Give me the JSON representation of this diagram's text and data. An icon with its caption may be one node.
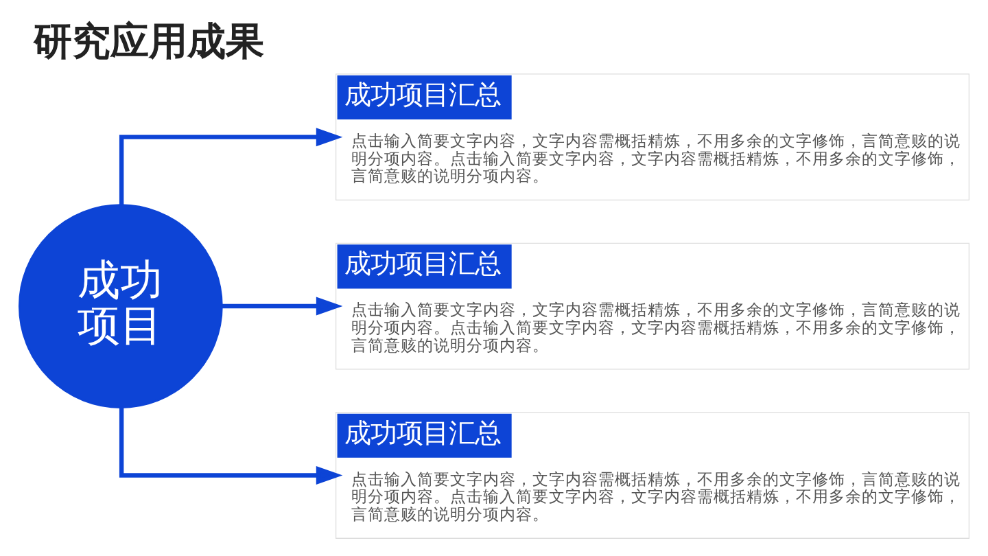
{
  "diagram": {
    "title": "研究应用成果",
    "nodes": [
      {
        "text": [
          "成功项目"
        ]
      },
      {
        "text": [
          "成功项目汇总",
          "点击输入简要文字内容，文字内容需概括精炼，不用多余的文字修饰，言简意赅的说明分项内容。点击输入简要文字内容，文字内容需概括精炼，不用多余的文字修饰，言简意赅的说明分项内容。"
        ]
      },
      {
        "text": [
          "成功项目汇总",
          "点击输入简要文字内容，文字内容需概括精炼，不用多余的文字修饰，言简意赅的说明分项内容。点击输入简要文字内容，文字内容需概括精炼，不用多余的文字修饰，言简意赅的说明分项内容。"
        ]
      },
      {
        "text": [
          "成功项目汇总",
          "点击输入简要文字内容，文字内容需概括精炼，不用多余的文字修饰，言简意赅的说明分项内容。点击输入简要文字内容，文字内容需概括精炼，不用多余的文字修饰，言简意赅的说明分项内容。"
        ]
      }
    ],
    "edges": [
      {
        "from": 0,
        "to": 1,
        "arrow": "to"
      },
      {
        "from": 0,
        "to": 2,
        "arrow": "to"
      },
      {
        "from": 0,
        "to": 3,
        "arrow": "to"
      }
    ]
  }
}
